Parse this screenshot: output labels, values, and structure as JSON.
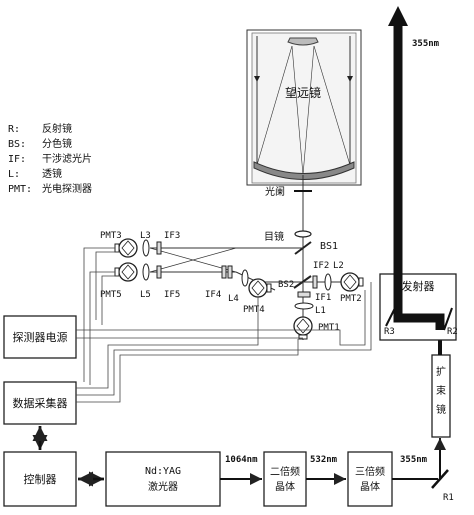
{
  "legend": [
    {
      "key": "R:",
      "desc": "反射镜"
    },
    {
      "key": "BS:",
      "desc": "分色镜"
    },
    {
      "key": "IF:",
      "desc": "干涉滤光片"
    },
    {
      "key": "L:",
      "desc": "透镜"
    },
    {
      "key": "PMT:",
      "desc": "光电探测器"
    }
  ],
  "telescope_label": "望远镜",
  "aperture_label": "光阑",
  "eyepiece_label": "目镜",
  "wavelength_top": "355nm",
  "components": {
    "bs1": "BS1",
    "bs2": "BS2",
    "if1": "IF1",
    "if2": "IF2",
    "if3": "IF3",
    "if4": "IF4",
    "if5": "IF5",
    "l1": "L1",
    "l2": "L2",
    "l3": "L3",
    "l4": "L4",
    "l5": "L5",
    "pmt1": "PMT1",
    "pmt2": "PMT2",
    "pmt3": "PMT3",
    "pmt4": "PMT4",
    "pmt5": "PMT5",
    "r1": "R1",
    "r2": "R2",
    "r3": "R3"
  },
  "boxes": {
    "detector_power": "探测器电源",
    "daq": "数据采集器",
    "controller": "控制器",
    "laser": [
      "Nd:YAG",
      "激光器"
    ],
    "shg": [
      "二倍频",
      "晶体"
    ],
    "thg": [
      "三倍频",
      "晶体"
    ],
    "transmitter": "发射器",
    "expander": "扩束镜"
  },
  "wavelengths": {
    "w1064": "1064nm",
    "w532": "532nm",
    "w355": "355nm"
  }
}
